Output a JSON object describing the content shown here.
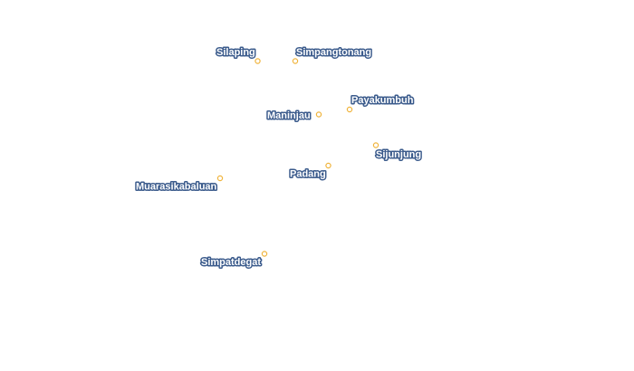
{
  "map": {
    "marker_stroke_color": "#f0b43c",
    "label_halo_color": "#3b5b8c",
    "label_text_color": "#ffffff",
    "cities": [
      {
        "id": "silaping",
        "name": "Silaping"
      },
      {
        "id": "simpangtonang",
        "name": "Simpangtonang"
      },
      {
        "id": "payakumbuh",
        "name": "Payakumbuh"
      },
      {
        "id": "maninjau",
        "name": "Maninjau"
      },
      {
        "id": "sijunjung",
        "name": "Sijunjung"
      },
      {
        "id": "padang",
        "name": "Padang"
      },
      {
        "id": "muarasikabaluan",
        "name": "Muarasikabaluan"
      },
      {
        "id": "simpatdegat",
        "name": "Simpatdegat"
      }
    ]
  }
}
